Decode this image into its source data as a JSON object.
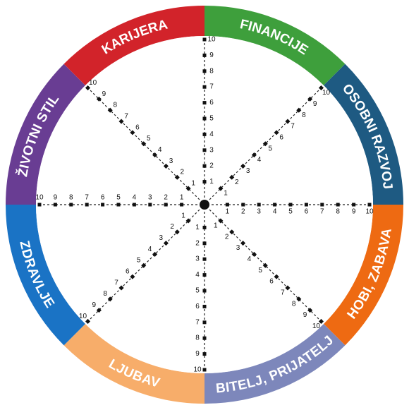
{
  "wheel": {
    "segments": [
      {
        "label": "FINANCIJE",
        "color": "#3e9f3c"
      },
      {
        "label": "OSOBNI RAZVOJ",
        "color": "#1e5a82"
      },
      {
        "label": "HOBI, ZABAVA",
        "color": "#ee6a12"
      },
      {
        "label": "OBITELJ, PRIJATELJI",
        "color": "#7d87bb"
      },
      {
        "label": "LJUBAV",
        "color": "#f7ad6a"
      },
      {
        "label": "ZDRAVLJE",
        "color": "#1a73c5"
      },
      {
        "label": "ŽIVOTNI STIL",
        "color": "#693d93"
      },
      {
        "label": "KARIJERA",
        "color": "#d2232a"
      }
    ],
    "scale": [
      "1",
      "2",
      "3",
      "4",
      "5",
      "6",
      "7",
      "8",
      "9",
      "10"
    ]
  }
}
